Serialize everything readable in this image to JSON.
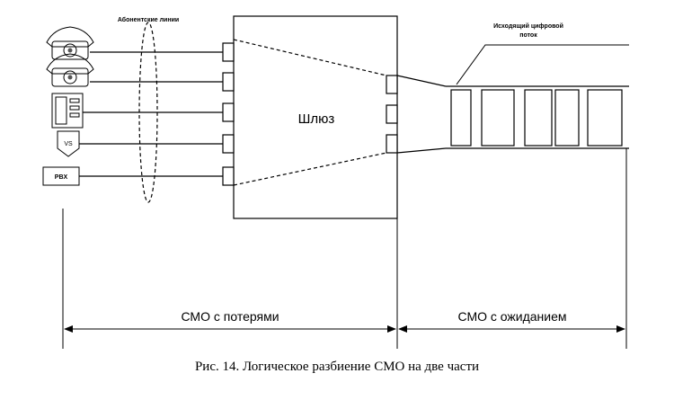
{
  "labels": {
    "subscriber_lines": "Абонентские линии",
    "outgoing_stream_line1": "Исходящий цифровой",
    "outgoing_stream_line2": "поток",
    "gateway": "Шлюз",
    "vs_terminal": "VS",
    "pbx_terminal": "PBX",
    "loss_system": "СМО с потерями",
    "wait_system": "СМО с ожиданием"
  },
  "caption": "Рис. 14. Логическое разбиение СМО на две части",
  "devices": [
    "phone-icon",
    "phone-icon",
    "fax-icon",
    "vs-terminal",
    "pbx-terminal"
  ]
}
